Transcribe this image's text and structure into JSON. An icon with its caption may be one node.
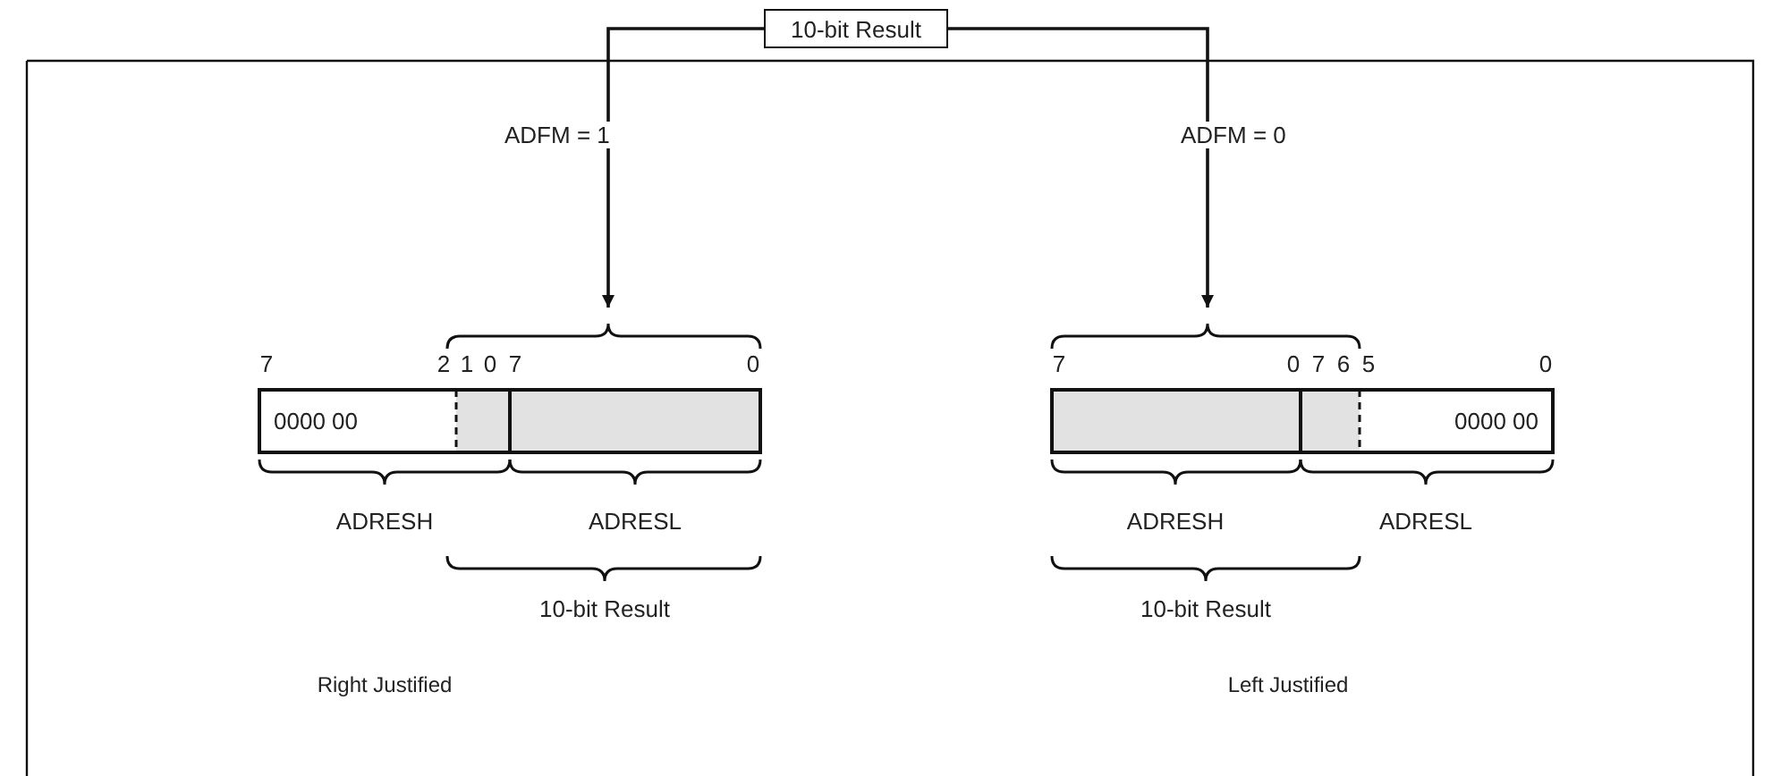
{
  "diagram": {
    "nodes": [
      {
        "text": [
          "10-bit Result"
        ]
      },
      {
        "text": [
          "0000 00"
        ]
      },
      {
        "text": [
          "0000 00"
        ]
      }
    ],
    "edges": [
      {
        "from": 0,
        "to": 1,
        "arrow": "to",
        "label": "ADFM = 1"
      },
      {
        "from": 0,
        "to": 2,
        "arrow": "to",
        "label": "ADFM = 0"
      }
    ],
    "labels": [
      "7",
      "2",
      "1",
      "0",
      "7",
      "0",
      "7",
      "0",
      "7",
      "6",
      "5",
      "0",
      "ADRESH",
      "ADRESL",
      "ADRESH",
      "ADRESL",
      "10-bit Result",
      "10-bit Result",
      "Right Justified",
      "Left Justified"
    ]
  }
}
